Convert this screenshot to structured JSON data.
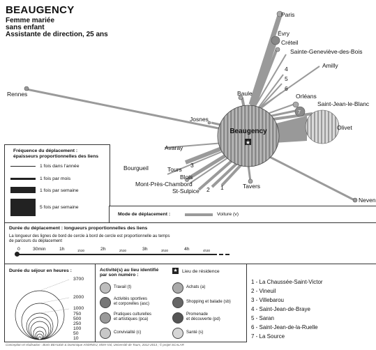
{
  "header": {
    "title": "BEAUGENCY",
    "subtitle": [
      "Femme mariée",
      "sans enfant",
      "Assistante de direction, 25 ans"
    ]
  },
  "center": {
    "label": "Beaugency"
  },
  "places": [
    {
      "id": "paris",
      "label": "Paris"
    },
    {
      "id": "evry",
      "label": "Évry"
    },
    {
      "id": "creteil",
      "label": "Créteil"
    },
    {
      "id": "sgdb",
      "label": "Sainte-Geneviève-des-Bois"
    },
    {
      "id": "amilly",
      "label": "Amilly"
    },
    {
      "id": "n4",
      "label": "4"
    },
    {
      "id": "n5",
      "label": "5"
    },
    {
      "id": "n6",
      "label": "6"
    },
    {
      "id": "orleans",
      "label": "Orléans"
    },
    {
      "id": "n7",
      "label": "7"
    },
    {
      "id": "sjlb",
      "label": "Saint-Jean-le-Blanc"
    },
    {
      "id": "olivet",
      "label": "Olivet"
    },
    {
      "id": "baule",
      "label": "Baule"
    },
    {
      "id": "rennes",
      "label": "Rennes"
    },
    {
      "id": "josnes",
      "label": "Josnes"
    },
    {
      "id": "avaray",
      "label": "Avaray"
    },
    {
      "id": "n3",
      "label": "3"
    },
    {
      "id": "bourgueil",
      "label": "Bourgueil"
    },
    {
      "id": "tours",
      "label": "Tours"
    },
    {
      "id": "blois",
      "label": "Blois"
    },
    {
      "id": "mpc",
      "label": "Mont-Près-Chambord"
    },
    {
      "id": "stsulpice",
      "label": "St-Sulpice"
    },
    {
      "id": "n2",
      "label": "2"
    },
    {
      "id": "n1",
      "label": "1"
    },
    {
      "id": "tavers",
      "label": "Tavers"
    },
    {
      "id": "neven",
      "label": "Neven"
    }
  ],
  "legend": {
    "frequency": {
      "title": "Fréquence du déplacement :",
      "subtitle": "épaisseurs proportionnelles des liens",
      "items": [
        "1 fois dans l'année",
        "1 fois par mois",
        "1 fois par semaine",
        "5 fois par semaine"
      ]
    },
    "mode": {
      "title": "Mode de déplacement :",
      "item": "Voiture (v)"
    },
    "duration": {
      "title": "Durée du déplacement : longueurs proportionnelles des liens",
      "text": [
        "La longueur des lignes de bord de cercle à bord de cercle est proportionnelle au temps",
        "de parcours du déplacement"
      ],
      "ticks": [
        "0",
        "30min",
        "1h",
        "1h30",
        "2h",
        "2h30",
        "3h",
        "3h30",
        "4h",
        "4h30"
      ]
    },
    "stay": {
      "title": "Durée du séjour en heures :",
      "values": [
        "3700",
        "2000",
        "1000",
        "750",
        "500",
        "250",
        "100",
        "50",
        "10"
      ]
    },
    "activities": {
      "title": "Activité(s) au lieu identifié",
      "title2": "par son numéro :",
      "residence": "Lieu de résidence",
      "items": [
        {
          "label": [
            "Travail (t)"
          ],
          "color": "#bdbdbd"
        },
        {
          "label": [
            "Activités sportives",
            "et corporelles (asc)"
          ],
          "color": "#777"
        },
        {
          "label": [
            "Pratiques culturelles",
            "et artistiques (pca)"
          ],
          "color": "#999"
        },
        {
          "label": [
            "Convivialité (c)"
          ],
          "color": "#c8c8c8"
        },
        {
          "label": [
            "Achats (a)"
          ],
          "color": "#aaa"
        },
        {
          "label": [
            "Shopping et balade (sb)"
          ],
          "color": "#666"
        },
        {
          "label": [
            "Promenade",
            "et découverte (pd)"
          ],
          "color": "#555"
        },
        {
          "label": [
            "Santé (s)"
          ],
          "color": "#d6d6d6"
        }
      ]
    },
    "numbered": [
      "1 - La Chaussée-Saint-Victor",
      "2 - Vineuil",
      "3 - Villebarou",
      "4 - Saint-Jean-de-Braye",
      "5 - Saran",
      "6 - Saint-Jean-de-la-Ruelle",
      "7 - La Source"
    ]
  },
  "footer": "Conception et réalisation : Boris BEAUDE & Dominique ANDRIEU, MSH-Val, Université de Tours, 2012-2013 ; © projet SCALAR"
}
